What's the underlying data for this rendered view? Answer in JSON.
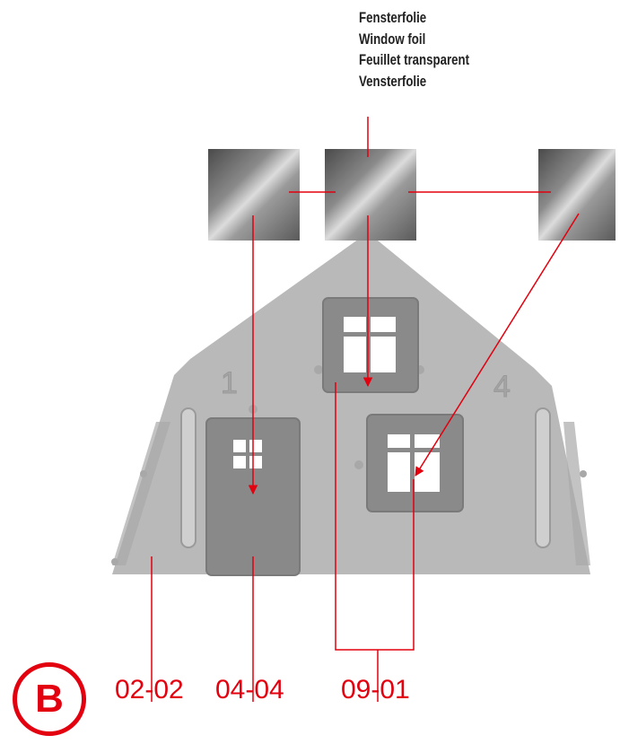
{
  "foil_label": {
    "lines": [
      "Fensterfolie",
      "Window foil",
      "Feuillet transparent",
      "Vensterfolie"
    ]
  },
  "house": {
    "wall_numbers": [
      "1",
      "4"
    ]
  },
  "step_badge": "B",
  "part_numbers": {
    "side_wall": "02-02",
    "door": "04-04",
    "window_frame": "09-01"
  },
  "colors": {
    "accent": "#e3000f",
    "panel": "#b7b7b7",
    "frame": "#8c8c8c"
  }
}
